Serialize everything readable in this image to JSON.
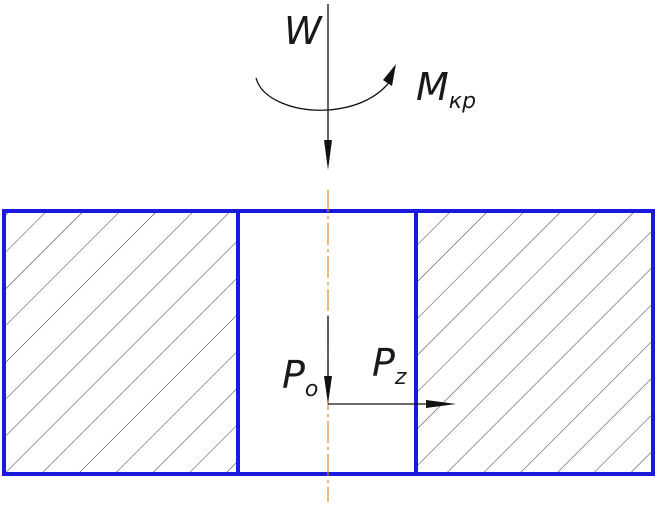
{
  "labels": {
    "force_w": "W",
    "torque_main": "M",
    "torque_sub": "кр",
    "force_p_main": "P",
    "force_p_sub": "o",
    "force_pz_main": "P",
    "force_pz_sub": "z"
  },
  "colors": {
    "outline": "#1a1adc",
    "hatch": "#222222",
    "axis": "#e08a2a",
    "arrow": "#111111",
    "background": "#ffffff"
  }
}
